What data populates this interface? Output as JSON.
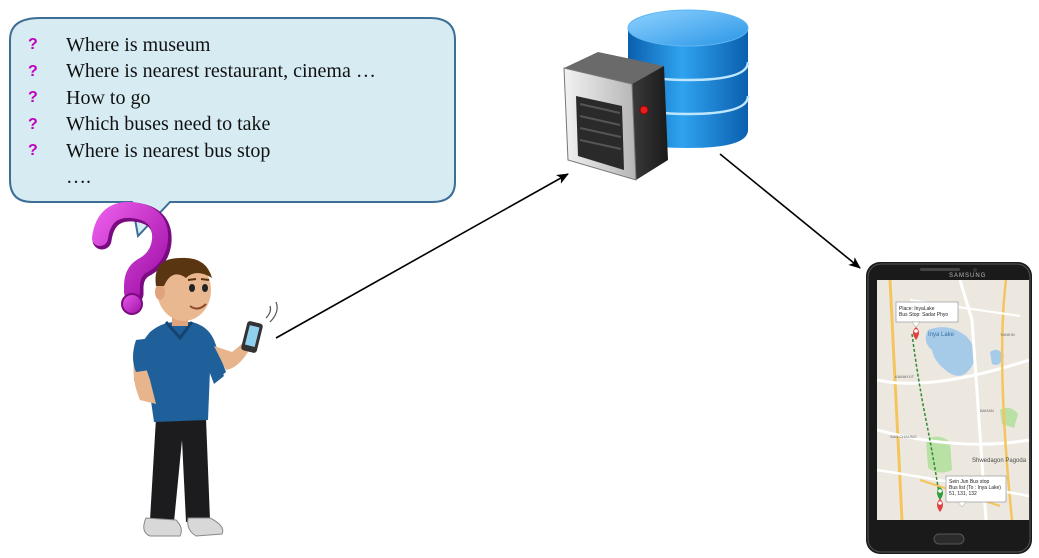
{
  "bubble": {
    "questions": [
      "Where is museum",
      "Where is nearest restaurant, cinema …",
      "How to go",
      "Which buses need to take",
      "Where is nearest bus stop",
      "…."
    ]
  },
  "phone": {
    "brand": "SAMSUNG",
    "map_labels": {
      "inya_lake": "Inya Lake",
      "shwedagon": "Shwedagon Pagoda",
      "kamayut": "KAMAYUT",
      "bahan": "BAHAN",
      "san_chaung": "SAN CHAUNG",
      "yankin": "YANKIN"
    },
    "popup_top": {
      "line1": "Place: InyaLake",
      "line2": "Bus Stop: Sadar Phyo"
    },
    "popup_bottom": {
      "line1": "Sein Jun Bus stop",
      "line2": "Bus list (To : Inya Lake)",
      "line3": "51, 131, 132"
    }
  },
  "colors": {
    "bubble_fill": "#d6ecf2",
    "bubble_stroke": "#3d6f96",
    "question_mark": "#c000c0",
    "database": "#1a8ad8",
    "map_water": "#a6cbe8",
    "map_park": "#b9e0a5",
    "pin": "#e04040"
  },
  "icons": [
    "question-mark-icon",
    "server-icon",
    "database-icon",
    "smartphone-icon",
    "map-pin-icon"
  ]
}
